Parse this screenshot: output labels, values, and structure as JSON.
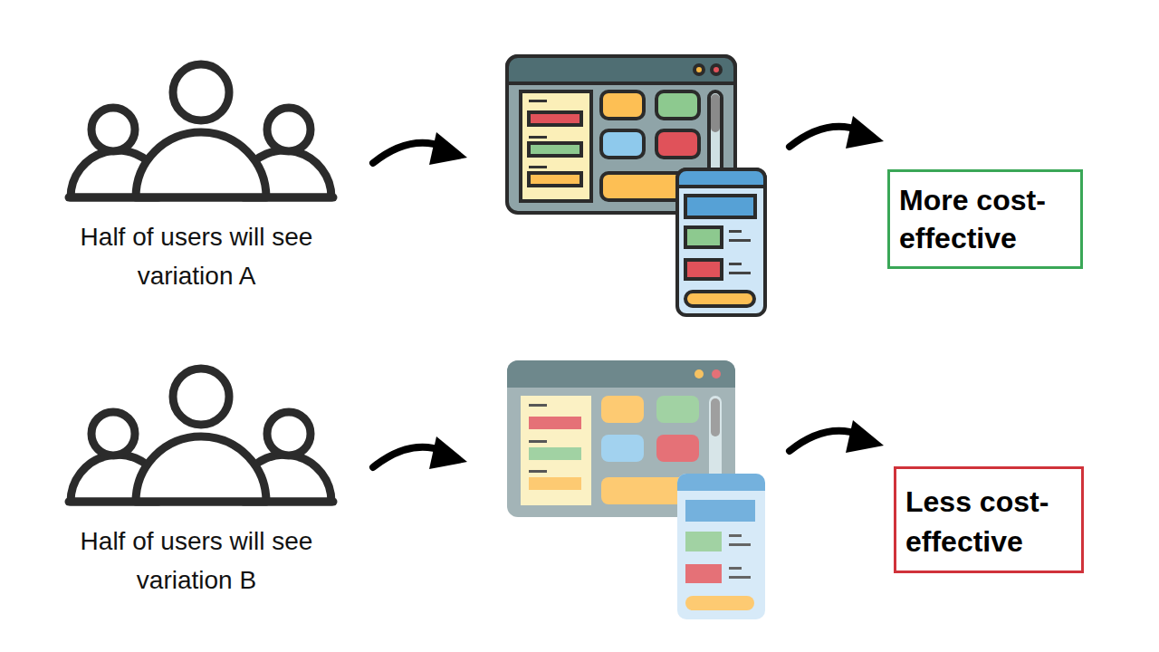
{
  "diagram": {
    "nodes": [
      {
        "text": [
          "More cost-effective"
        ]
      },
      {
        "text": [
          "Less cost-effective"
        ]
      }
    ],
    "labels": [
      "Half of users will see variation A",
      "Half of users will see variation B"
    ]
  }
}
